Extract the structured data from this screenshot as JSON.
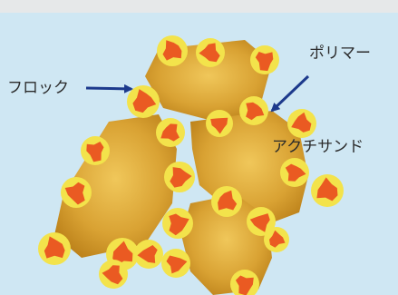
{
  "labels": {
    "floc": "フロック",
    "polymer": "ポリマー",
    "acti_sand": "アクチサンド"
  },
  "colors": {
    "background": "#cfe7f3",
    "frame": "#e6e8e9",
    "sand": "#c8921f",
    "sand_light": "#e9bf55",
    "floc": "#ea5a22",
    "polymer": "#f3e34b",
    "arrow": "#1d3a8c"
  }
}
